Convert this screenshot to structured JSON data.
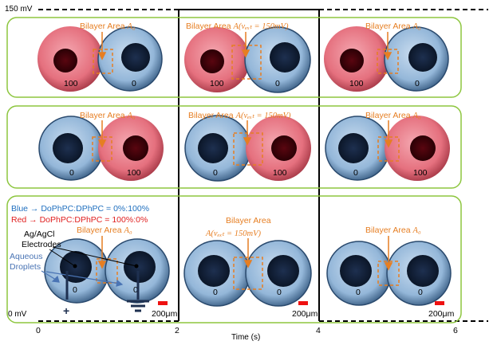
{
  "voltage": {
    "top_label": "150 mV",
    "bottom_label": "0 mV"
  },
  "time_axis": {
    "label": "Time (s)",
    "ticks": [
      "0",
      "2",
      "4",
      "6"
    ]
  },
  "annotations": {
    "bilayer_a0_text": "Bilayer Area ",
    "a0_symbol": "A₀",
    "bilayer_aext_text": "Bilayer Area ",
    "aext_formula": "A(vₑₓₜ = 150mV)",
    "bilayer_area": "Bilayer Area",
    "legend_blue": "Blue → DoPhPC:DPhPC = 0%:100%",
    "legend_red": "Red → DoPhPC:DPhPC = 100%:0%",
    "electrodes_line1": "Ag/AgCl",
    "electrodes_line2": "Electrodes",
    "droplets_line1": "Aqueous",
    "droplets_line2": "Droplets",
    "plus_sign": "+",
    "scale_bar": "200μm"
  },
  "droplet_values": {
    "left_red_row1": "100",
    "right_blue_row1": "0",
    "left_blue_row2": "0",
    "right_red_row2": "100",
    "row3": "0"
  },
  "colors": {
    "panel_border": "#8dc63f",
    "annotation": "#e67e22",
    "red_droplet": "#e06070",
    "blue_droplet": "#8fb4d8",
    "legend_blue": "#1f6fbf",
    "legend_red": "#e02020",
    "scale_bar": "#ee1111"
  }
}
